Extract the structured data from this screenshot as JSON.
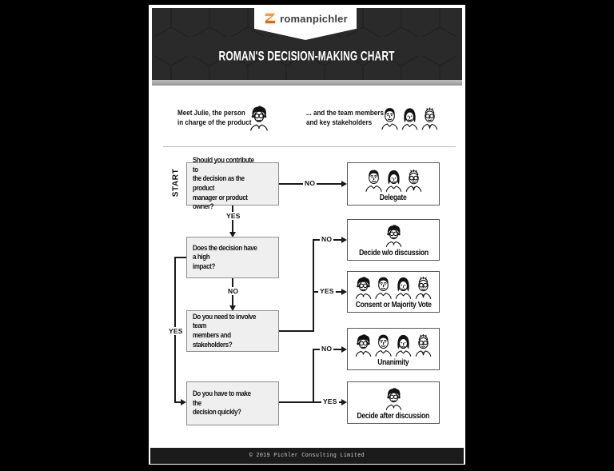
{
  "header": {
    "logo_text": "romanpichler",
    "title": "ROMAN'S DECISION-MAKING CHART"
  },
  "intro": {
    "left_text": [
      "Meet Julie, the person",
      "in charge of the product"
    ],
    "left_icon": "face-julie-icon",
    "right_text": [
      "... and the team members",
      "and key stakeholders"
    ],
    "right_icons": [
      "face-man-icon",
      "face-woman-icon",
      "face-man-glasses-icon"
    ]
  },
  "flow": {
    "start_label": "START",
    "decisions": [
      {
        "id": "contribute",
        "text": [
          "Should you contribute to",
          "the decision as the product",
          "manager or product owner?"
        ]
      },
      {
        "id": "impact",
        "text": [
          "Does the decision have a high",
          "impact?"
        ]
      },
      {
        "id": "involve",
        "text": [
          "Do you need to involve team",
          "members and stakeholders?"
        ]
      },
      {
        "id": "quickly",
        "text": [
          "Do you have to make the",
          "decision quickly?"
        ]
      }
    ],
    "outcomes": [
      {
        "id": "delegate",
        "label": "Delegate",
        "faces": [
          "face-man-icon",
          "face-woman-icon",
          "face-man-glasses-icon"
        ]
      },
      {
        "id": "decide-wo-discussion",
        "label": "Decide w/o discussion",
        "faces": [
          "face-julie-icon"
        ]
      },
      {
        "id": "consent-majority-vote",
        "label": "Consent or Majority Vote",
        "faces": [
          "face-julie-icon",
          "face-man-icon",
          "face-woman-icon",
          "face-man-glasses-icon"
        ]
      },
      {
        "id": "unanimity",
        "label": "Unanimity",
        "faces": [
          "face-julie-icon",
          "face-man-icon",
          "face-woman-icon",
          "face-man-glasses-icon"
        ]
      },
      {
        "id": "decide-after-discussion",
        "label": "Decide after discussion",
        "faces": [
          "face-julie-icon"
        ]
      }
    ],
    "edges": [
      {
        "from": "contribute",
        "to": "delegate",
        "label": "NO"
      },
      {
        "from": "contribute",
        "to": "impact",
        "label": "YES"
      },
      {
        "from": "impact",
        "to": "involve",
        "label": "NO"
      },
      {
        "from": "impact",
        "to": "quickly",
        "label": "YES"
      },
      {
        "from": "involve",
        "to": "decide-wo-discussion",
        "label": "NO"
      },
      {
        "from": "involve",
        "to": "consent-majority-vote",
        "label": "YES"
      },
      {
        "from": "quickly",
        "to": "unanimity",
        "label": "NO"
      },
      {
        "from": "quickly",
        "to": "decide-after-discussion",
        "label": "YES"
      }
    ]
  },
  "footer": {
    "copyright": "© 2019 Pichler Consulting Limited"
  },
  "colors": {
    "accent_orange": "#ee7d1d",
    "header_bg": "#2a2a2a",
    "decision_fill": "#efefef",
    "outcome_border": "#5a5a5a",
    "line": "#1a1a1a",
    "footer_bg": "#1b1b1b"
  }
}
